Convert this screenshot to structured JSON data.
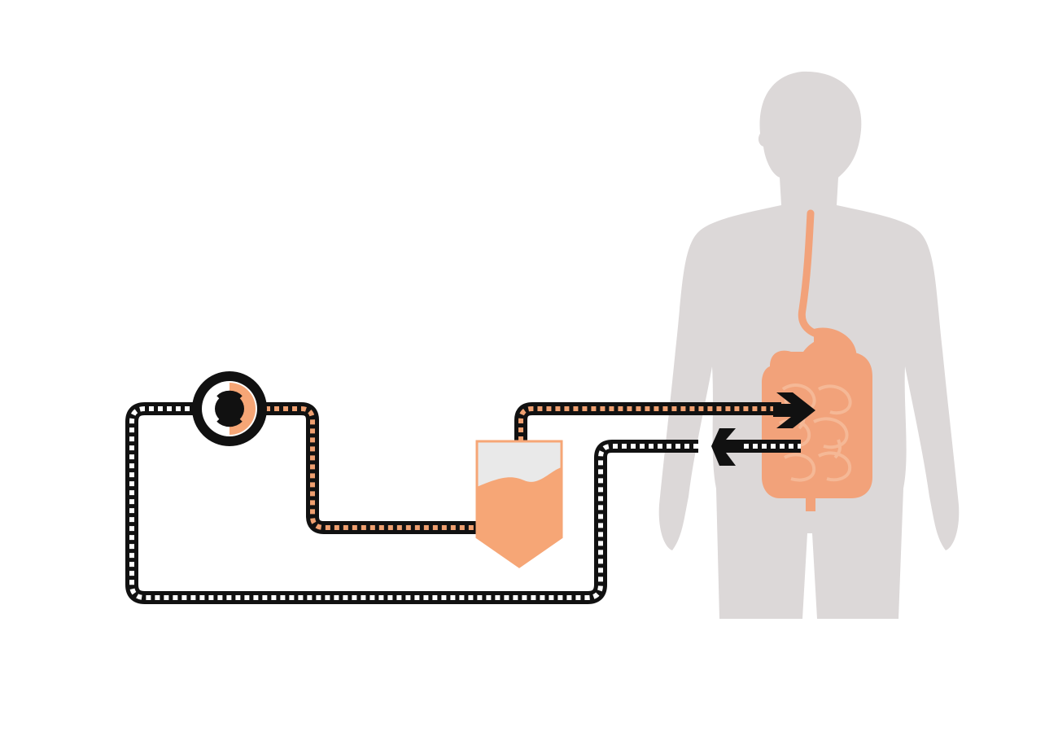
{
  "diagram": {
    "colors": {
      "background": "#ffffff",
      "body_silhouette": "#dcd8d8",
      "organ": "#f2a27a",
      "organ_light": "#f5b896",
      "tube_outline": "#111111",
      "tube_dash_light": "#ffffff",
      "tube_dash_orange": "#f0a070",
      "pump_body": "#111111",
      "container_fill": "#f6a676",
      "container_headspace": "#e9e9e9",
      "arrow": "#111111"
    },
    "components": [
      {
        "id": "pump",
        "icon": "rotary-pump-icon"
      },
      {
        "id": "reservoir",
        "icon": "fluid-container-icon",
        "fill_fraction": 0.65
      },
      {
        "id": "human-body",
        "icon": "human-silhouette-icon"
      },
      {
        "id": "digestive-tract",
        "icon": "intestines-icon"
      }
    ],
    "flows": [
      {
        "id": "supply-line",
        "from": "reservoir",
        "to": "digestive-tract",
        "direction": "into-body",
        "dash": "orange"
      },
      {
        "id": "return-line",
        "from": "digestive-tract",
        "to": "pump",
        "direction": "out-of-body",
        "dash": "white"
      },
      {
        "id": "pump-line",
        "from": "pump",
        "to": "reservoir",
        "dash": "orange"
      }
    ]
  }
}
